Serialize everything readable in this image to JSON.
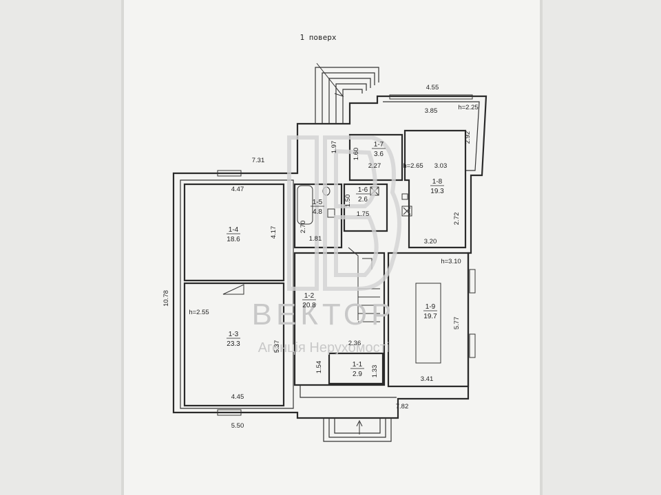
{
  "title": "1 поверх",
  "rooms": [
    {
      "id": "1-1",
      "area": "2.9"
    },
    {
      "id": "1-2",
      "area": "20.8"
    },
    {
      "id": "1-3",
      "area": "23.3"
    },
    {
      "id": "1-4",
      "area": "18.6"
    },
    {
      "id": "1-5",
      "area": "4.8"
    },
    {
      "id": "1-6",
      "area": "2.6"
    },
    {
      "id": "1-7",
      "area": "3.6"
    },
    {
      "id": "1-8",
      "area": "19.3"
    },
    {
      "id": "1-9",
      "area": "19.7"
    }
  ],
  "dimensions": [
    "4.55",
    "3.85",
    "h=2.25",
    "2.92",
    "3.03",
    "h=2.65",
    "2.27",
    "1.60",
    "1.97",
    "7.31",
    "4.47",
    "4.17",
    "1.50",
    "1.75",
    "2.70",
    "1.81",
    "2.72",
    "3.20",
    "h=3.10",
    "10.78",
    "h=2.55",
    "5.37",
    "2.36",
    "1.54",
    "1.33",
    "5.77",
    "3.41",
    "4.45",
    "7.82",
    "5.50"
  ],
  "watermark": {
    "brand": "ВЕКТОР",
    "tagline": "Агенція Нерухомості"
  },
  "colors": {
    "line": "#2a2a2a",
    "paper": "#f4f4f2",
    "background": "#e9e9e7",
    "watermark": "#c8c8c8"
  }
}
